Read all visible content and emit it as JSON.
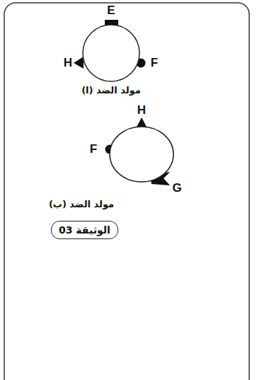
{
  "diagram": {
    "nodes": [
      {
        "text": [
          "مولد الضد (ا)"
        ]
      },
      {
        "text": [
          "مولد الضد (ب)"
        ]
      },
      {
        "text": [
          "الوثيقة 03"
        ]
      }
    ],
    "labels": [
      "E",
      "H",
      "F",
      "H",
      "F",
      "G"
    ]
  }
}
